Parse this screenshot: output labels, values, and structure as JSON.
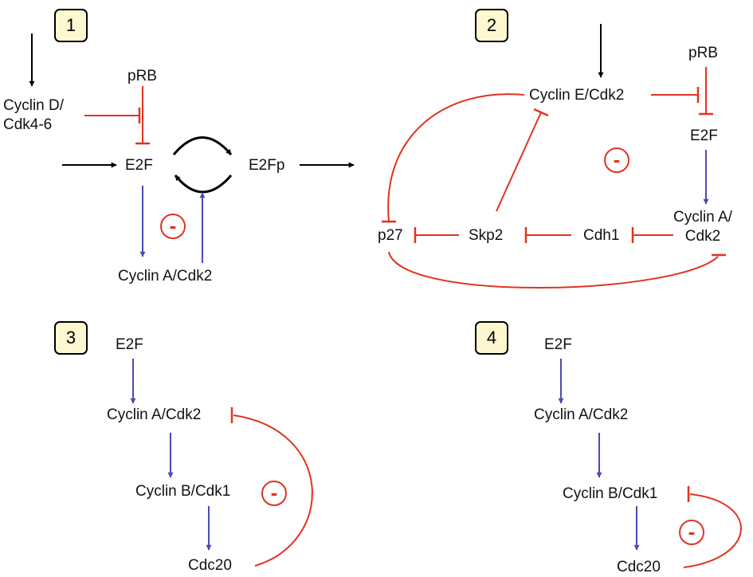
{
  "colors": {
    "activation": "#4a4ab8",
    "inhibition": "#e0331f",
    "neutral": "#000000",
    "badge_fill": "#fdf8cf"
  },
  "negative_feedback_symbol": "-",
  "panels": [
    {
      "label": "1",
      "nodes": {
        "prb": "pRB",
        "cyclin_d_cdk46": "Cyclin D/\nCdk4-6",
        "e2f": "E2F",
        "e2fp": "E2Fp",
        "cyclin_a_cdk2": "Cyclin A/Cdk2"
      }
    },
    {
      "label": "2",
      "nodes": {
        "cyclin_e_cdk2": "Cyclin E/Cdk2",
        "prb": "pRB",
        "e2f": "E2F",
        "cyclin_a_cdk2": "Cyclin A/\nCdk2",
        "cdh1": "Cdh1",
        "skp2": "Skp2",
        "p27": "p27"
      }
    },
    {
      "label": "3",
      "nodes": {
        "e2f": "E2F",
        "cyclin_a_cdk2": "Cyclin A/Cdk2",
        "cyclin_b_cdk1": "Cyclin B/Cdk1",
        "cdc20": "Cdc20"
      }
    },
    {
      "label": "4",
      "nodes": {
        "e2f": "E2F",
        "cyclin_a_cdk2": "Cyclin A/Cdk2",
        "cyclin_b_cdk1": "Cyclin B/Cdk1",
        "cdc20": "Cdc20"
      }
    }
  ]
}
